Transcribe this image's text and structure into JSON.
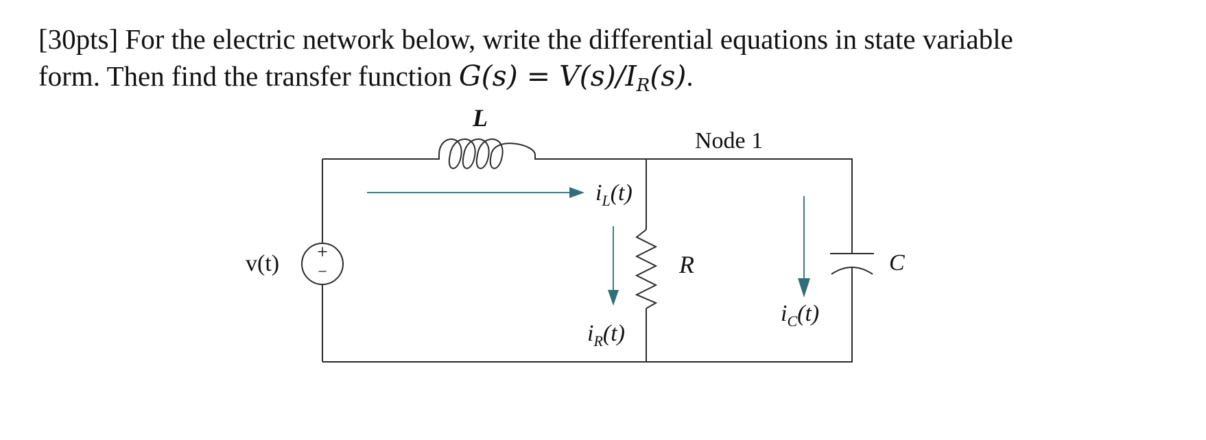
{
  "question": {
    "line1": "[30pts] For the electric network below, write the differential equations in state variable",
    "line2_text": "form. Then find the transfer function ",
    "tf_lhs": "G(s)",
    "tf_eq": " = ",
    "tf_num": "V(s)/I",
    "tf_sub": "R",
    "tf_den": "(s)",
    "line2_end": "."
  },
  "circuit": {
    "inductor_label": "L",
    "node_label": "Node 1",
    "source_label": "v(t)",
    "source_plus": "+",
    "source_minus": "−",
    "resistor_label": "R",
    "capacitor_label": "C",
    "iL": {
      "main": "i",
      "sub": "L",
      "tail": "(t)"
    },
    "iR": {
      "main": "i",
      "sub": "R",
      "tail": "(t)"
    },
    "iC": {
      "main": "i",
      "sub": "C",
      "tail": "(t)"
    }
  }
}
